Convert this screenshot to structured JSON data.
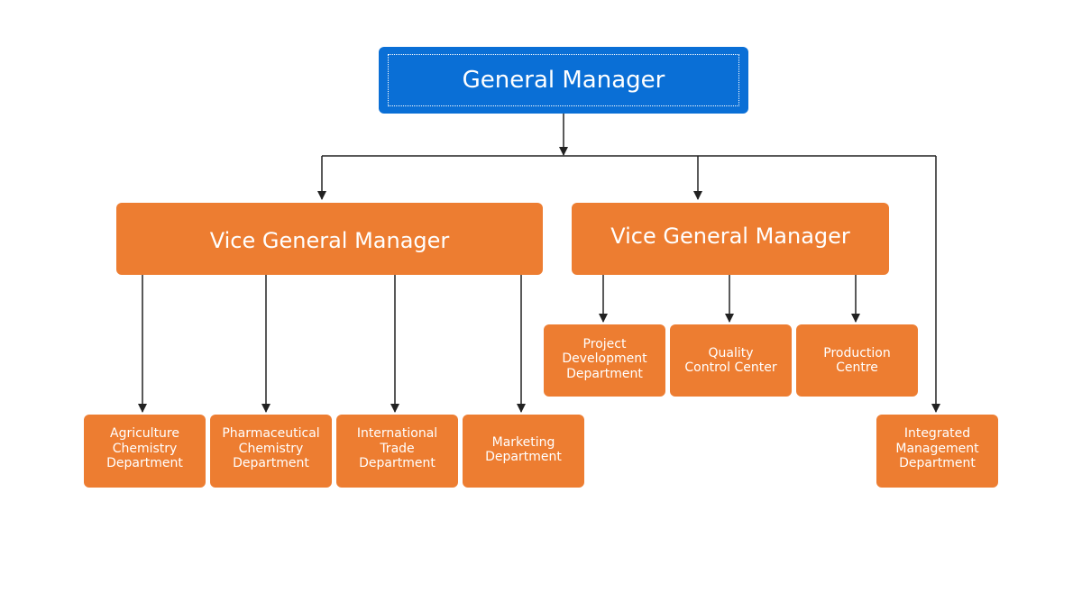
{
  "colors": {
    "root_fill": "#0a6fd6",
    "node_fill": "#ed7d31",
    "text": "#ffffff",
    "connector": "#222222"
  },
  "root": {
    "label": "General Manager"
  },
  "vice_managers": [
    {
      "label": "Vice General Manager",
      "departments": [
        {
          "label": "Agriculture\nChemistry\nDepartment"
        },
        {
          "label": "Pharmaceutical\nChemistry\nDepartment"
        },
        {
          "label": "International\nTrade\nDepartment"
        },
        {
          "label": "Marketing\nDepartment"
        }
      ]
    },
    {
      "label": "Vice General Manager",
      "departments": [
        {
          "label": "Project\nDevelopment\nDepartment"
        },
        {
          "label": "Quality\nControl Center"
        },
        {
          "label": "Production\nCentre"
        }
      ]
    }
  ],
  "direct_reports": [
    {
      "label": "Integrated\nManagement\nDepartment"
    }
  ]
}
